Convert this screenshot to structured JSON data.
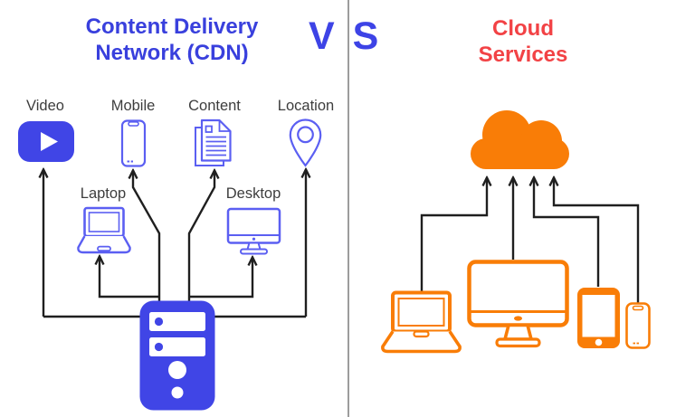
{
  "diagram": {
    "left": {
      "title": {
        "line1": "Content Delivery",
        "line2": "Network (CDN)"
      },
      "labels": {
        "video": "Video",
        "mobile": "Mobile",
        "content": "Content",
        "location": "Location",
        "laptop": "Laptop",
        "desktop": "Desktop"
      },
      "icons": [
        "video-play-icon",
        "mobile-phone-icon",
        "content-pages-icon",
        "location-pin-icon",
        "laptop-icon",
        "desktop-icon",
        "server-icon"
      ]
    },
    "vs": "VS",
    "right": {
      "title": {
        "line1": "Cloud",
        "line2": "Services"
      },
      "icons": [
        "cloud-icon",
        "laptop-orange-icon",
        "imac-orange-icon",
        "tablet-orange-icon",
        "smartphone-orange-icon"
      ]
    },
    "colors": {
      "cdn_title_blue": "#3940dd",
      "icon_fill_blue": "#4045e6",
      "icon_outline_blue": "#5b5ff2",
      "cloud_title_red": "#f24245",
      "device_orange": "#f97d07",
      "wire_black": "#1f1f1f",
      "divider_gray": "#9c9c9c",
      "label_gray": "#3d3d3d"
    }
  }
}
